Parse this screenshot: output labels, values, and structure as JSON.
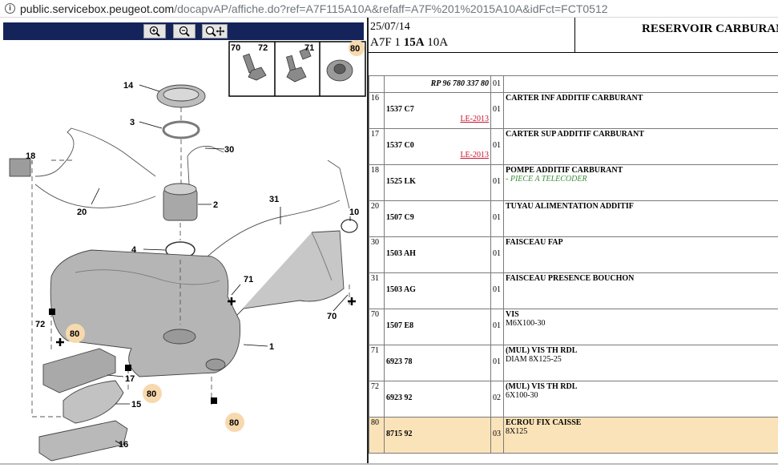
{
  "browser": {
    "url_host": "public.servicebox.peugeot.com",
    "url_path": "/docapvAP/affiche.do?ref=A7F115A10A&refaff=A7F%201%2015A10A&idFct=FCT0512"
  },
  "toolbar": {
    "zoom_in_icon": "zoom-in-icon",
    "zoom_out_icon": "zoom-out-icon",
    "zoom_pan_icon": "zoom-pan-icon"
  },
  "diagram": {
    "inset_labels": [
      "70",
      "72",
      "71",
      "80"
    ],
    "callouts": [
      "14",
      "3",
      "18",
      "30",
      "2",
      "20",
      "31",
      "10",
      "4",
      "71",
      "72",
      "80",
      "70",
      "1",
      "17",
      "80",
      "15",
      "16",
      "80"
    ]
  },
  "header": {
    "date": "25/07/14",
    "code_a": "A7F 1",
    "code_b": "15A",
    "code_c": "10A",
    "title": "RESERVOIR CARBURANT"
  },
  "table": {
    "rp_row": {
      "ref": "RP 96 780 337 80",
      "qty": "01"
    },
    "rows": [
      {
        "num": "16",
        "ref": "1537 C7",
        "note_ref": "LE-2013",
        "qty": "01",
        "desc": "CARTER INF ADDITIF CARBURANT",
        "note": ""
      },
      {
        "num": "17",
        "ref": "1537 C0",
        "note_ref": "LE-2013",
        "qty": "01",
        "desc": "CARTER SUP ADDITIF CARBURANT",
        "note": ""
      },
      {
        "num": "18",
        "ref": "1525 LK",
        "note_ref": "",
        "qty": "01",
        "desc": "POMPE ADDITIF CARBURANT",
        "note": "- PIECE A TELECODER"
      },
      {
        "num": "20",
        "ref": "1507 C9",
        "note_ref": "",
        "qty": "01",
        "desc": "TUYAU ALIMENTATION ADDITIF",
        "note": ""
      },
      {
        "num": "30",
        "ref": "1503 AH",
        "note_ref": "",
        "qty": "01",
        "desc": "FAISCEAU FAP",
        "note": ""
      },
      {
        "num": "31",
        "ref": "1503 AG",
        "note_ref": "",
        "qty": "01",
        "desc": "FAISCEAU PRESENCE BOUCHON",
        "note": ""
      },
      {
        "num": "70",
        "ref": "1507 E8",
        "note_ref": "",
        "qty": "01",
        "desc": "VIS",
        "note": "M6X100-30"
      },
      {
        "num": "71",
        "ref": "6923 78",
        "note_ref": "",
        "qty": "01",
        "desc": "(MUL) VIS TH RDL",
        "note": "DIAM 8X125-25"
      },
      {
        "num": "72",
        "ref": "6923 92",
        "note_ref": "",
        "qty": "02",
        "desc": "(MUL) VIS TH RDL",
        "note": "6X100-30"
      },
      {
        "num": "80",
        "ref": "8715 92",
        "note_ref": "",
        "qty": "03",
        "desc": "ECROU FIX CAISSE",
        "note": "8X125"
      }
    ]
  },
  "colors": {
    "toolbar_bg": "#14245a",
    "highlight_row": "#fbe3b9",
    "note_red": "#c8102e",
    "note_green": "#3c8d3c",
    "callout_badge": "#f7d9ae"
  }
}
